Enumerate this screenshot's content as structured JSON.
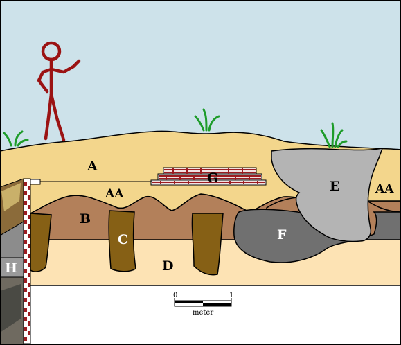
{
  "labels": {
    "A": "A",
    "AA_left": "AA",
    "AA_right": "AA",
    "B": "B",
    "C": "C",
    "D": "D",
    "E": "E",
    "F": "F",
    "G": "G",
    "H": "H"
  },
  "scale_bar": {
    "start_label": "0",
    "end_label": "1",
    "unit_label": "meter"
  },
  "colors": {
    "sky": "#cde2ea",
    "layer_A": "#f3d68c",
    "layer_B": "#b3805a",
    "layer_C": "#866015",
    "layer_D": "#fde3b4",
    "feature_E": "#b4b4b4",
    "feature_F": "#707070",
    "bricks": "#9b1c20",
    "figure": "#9b1313",
    "grass": "#1e9c2a"
  }
}
